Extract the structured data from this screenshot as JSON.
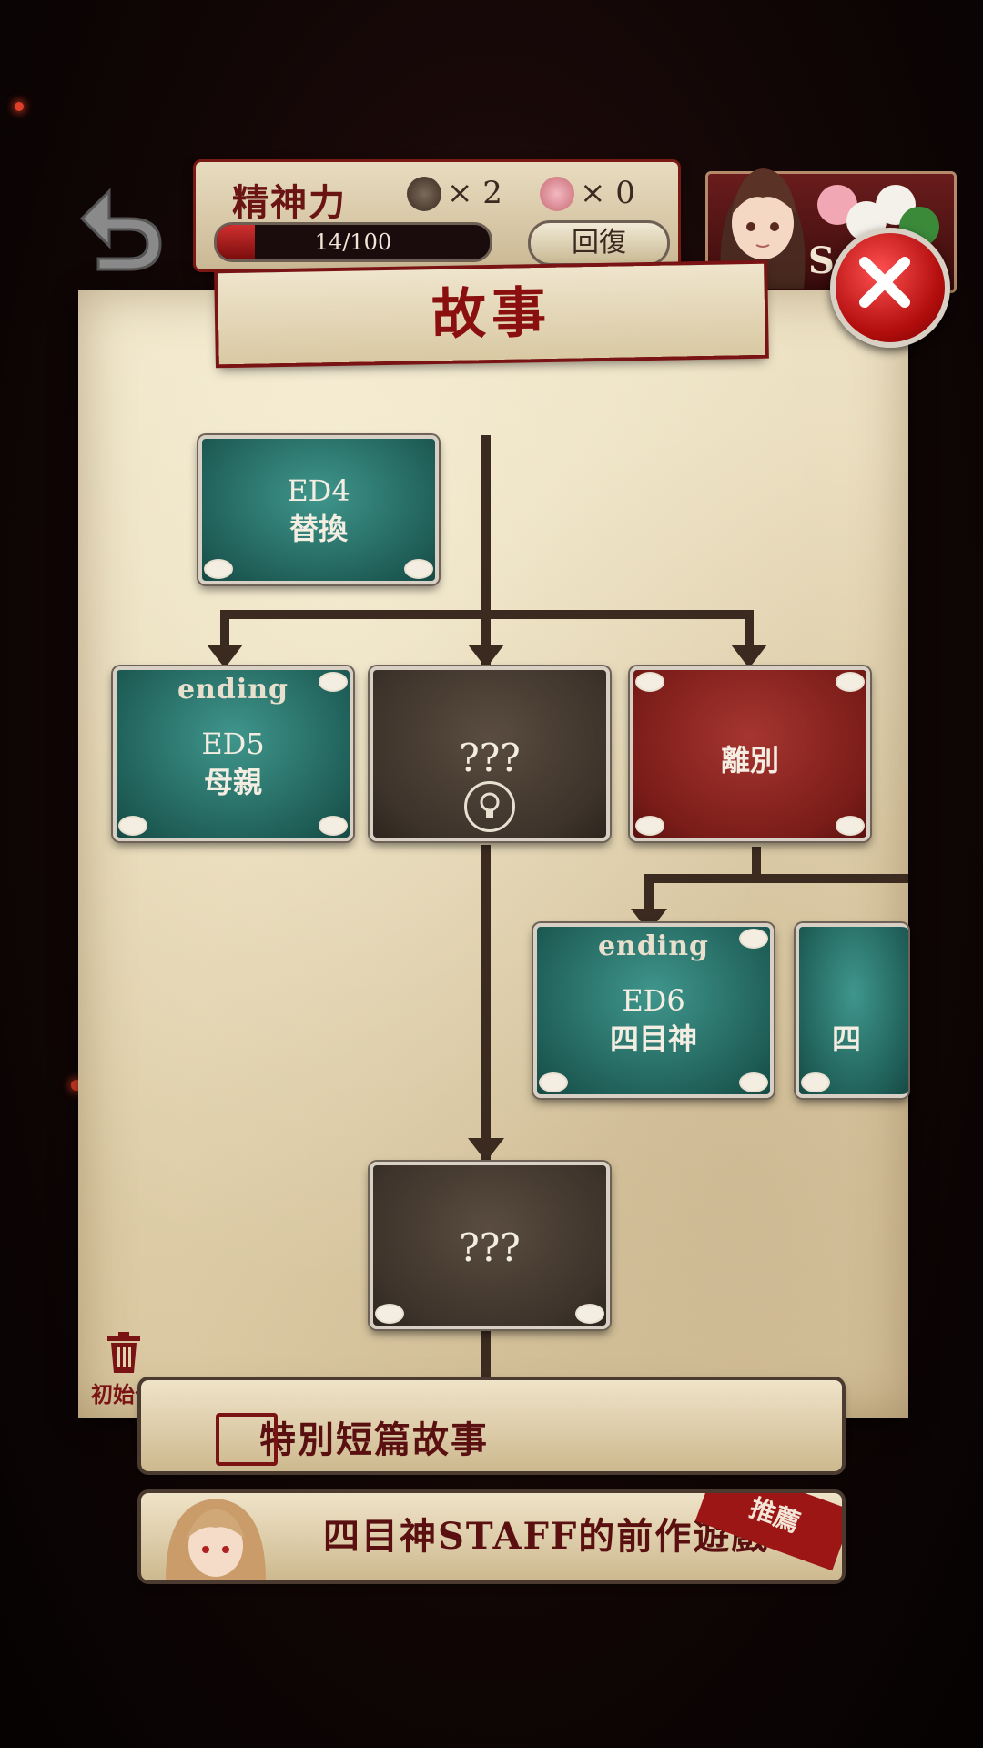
{
  "header": {
    "stamina_label": "精神力",
    "item1_count": "× 2",
    "item2_count": "× 0",
    "stamina_value": "14/100",
    "stamina_fraction": 0.14,
    "recover_label": "回復",
    "character_letter": "S"
  },
  "title": "故事",
  "cards": {
    "ed4": {
      "line1": "ED4",
      "line2": "替換"
    },
    "ed5": {
      "caption": "ending",
      "line1": "ED5",
      "line2": "母親"
    },
    "unknown1": {
      "line1": "???"
    },
    "farewell": {
      "line1": "離別"
    },
    "ed6": {
      "caption": "ending",
      "line1": "ED6",
      "line2": "四目神"
    },
    "partial": {
      "line2": "四"
    },
    "unknown2": {
      "line1": "???"
    }
  },
  "reset_label": "初始化",
  "menus": {
    "special_story": "特別短篇故事",
    "prequel_game": "四目神STAFF的前作遊戲",
    "recommend_badge": "推薦"
  },
  "colors": {
    "accent_red": "#8a1010",
    "card_teal": "#2f7a72",
    "card_dark": "#3d332a",
    "card_red": "#7a1c18"
  }
}
